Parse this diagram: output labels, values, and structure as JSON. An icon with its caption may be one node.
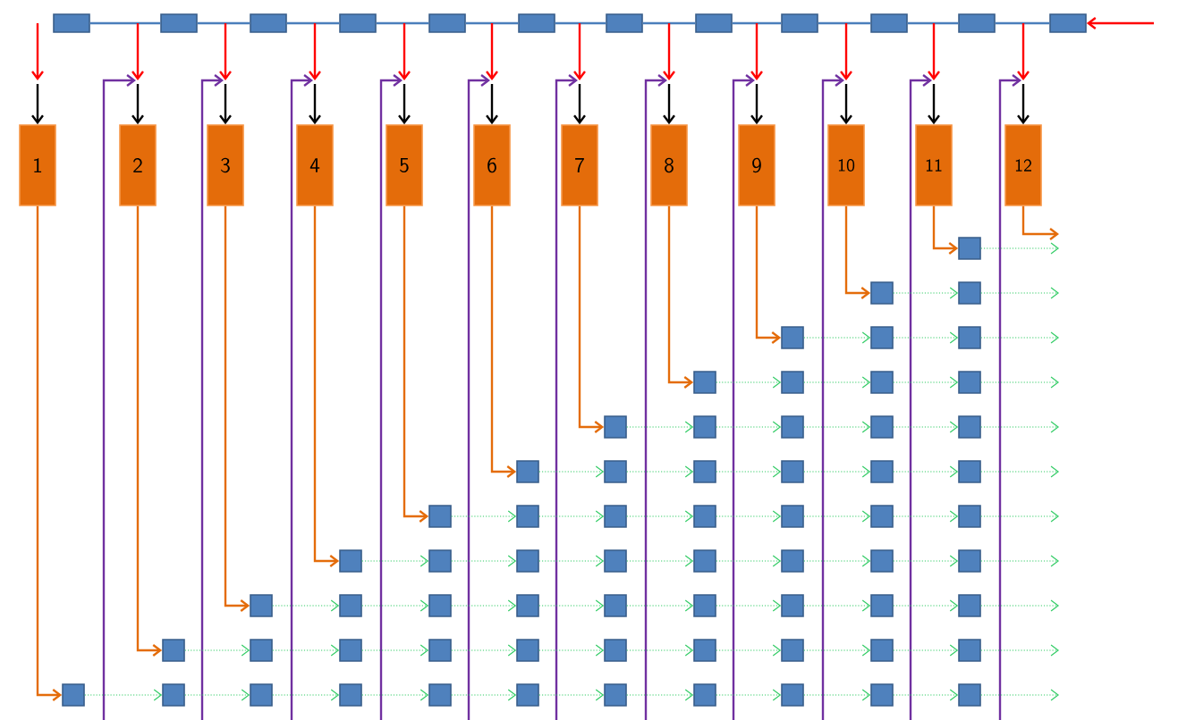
{
  "diagram": {
    "nodes": [
      {
        "text": [],
        "shape": "box"
      },
      {
        "text": [],
        "shape": "box"
      },
      {
        "text": [],
        "shape": "box"
      },
      {
        "text": [],
        "shape": "box"
      },
      {
        "text": [],
        "shape": "box"
      },
      {
        "text": [],
        "shape": "box"
      },
      {
        "text": [],
        "shape": "box"
      },
      {
        "text": [],
        "shape": "box"
      },
      {
        "text": [],
        "shape": "box"
      },
      {
        "text": [],
        "shape": "box"
      },
      {
        "text": [],
        "shape": "box"
      },
      {
        "text": [],
        "shape": "box"
      },
      {
        "text": [
          "1"
        ]
      },
      {
        "text": [
          "2"
        ]
      },
      {
        "text": [
          "3"
        ]
      },
      {
        "text": [
          "4"
        ]
      },
      {
        "text": [
          "5"
        ]
      },
      {
        "text": [
          "6"
        ]
      },
      {
        "text": [
          "7"
        ]
      },
      {
        "text": [
          "8"
        ]
      },
      {
        "text": [
          "9"
        ]
      },
      {
        "text": [
          "10"
        ]
      },
      {
        "text": [
          "11"
        ]
      },
      {
        "text": [
          "12"
        ]
      },
      {
        "text": [],
        "shape": "box"
      },
      {
        "text": [],
        "shape": "box"
      },
      {
        "text": [],
        "shape": "box"
      },
      {
        "text": [],
        "shape": "box"
      },
      {
        "text": [],
        "shape": "box"
      },
      {
        "text": [],
        "shape": "box"
      },
      {
        "text": [],
        "shape": "box"
      },
      {
        "text": [],
        "shape": "box"
      },
      {
        "text": [],
        "shape": "box"
      },
      {
        "text": [],
        "shape": "box"
      },
      {
        "text": [],
        "shape": "box"
      },
      {
        "text": [],
        "shape": "box"
      },
      {
        "text": [],
        "shape": "box"
      },
      {
        "text": [],
        "shape": "box"
      },
      {
        "text": [],
        "shape": "box"
      },
      {
        "text": [],
        "shape": "box"
      },
      {
        "text": [],
        "shape": "box"
      },
      {
        "text": [],
        "shape": "box"
      },
      {
        "text": [],
        "shape": "box"
      },
      {
        "text": [],
        "shape": "box"
      },
      {
        "text": [],
        "shape": "box"
      },
      {
        "text": [],
        "shape": "box"
      },
      {
        "text": [],
        "shape": "box"
      },
      {
        "text": [],
        "shape": "box"
      },
      {
        "text": [],
        "shape": "box"
      },
      {
        "text": [],
        "shape": "box"
      },
      {
        "text": [],
        "shape": "box"
      },
      {
        "text": [],
        "shape": "box"
      },
      {
        "text": [],
        "shape": "box"
      },
      {
        "text": [],
        "shape": "box"
      },
      {
        "text": [],
        "shape": "box"
      },
      {
        "text": [],
        "shape": "box"
      },
      {
        "text": [],
        "shape": "box"
      },
      {
        "text": [],
        "shape": "box"
      },
      {
        "text": [],
        "shape": "box"
      },
      {
        "text": [],
        "shape": "box"
      },
      {
        "text": [],
        "shape": "box"
      },
      {
        "text": [],
        "shape": "box"
      },
      {
        "text": [],
        "shape": "box"
      },
      {
        "text": [],
        "shape": "box"
      },
      {
        "text": [],
        "shape": "box"
      },
      {
        "text": [],
        "shape": "box"
      },
      {
        "text": [],
        "shape": "box"
      },
      {
        "text": [],
        "shape": "box"
      },
      {
        "text": [],
        "shape": "box"
      },
      {
        "text": [],
        "shape": "box"
      },
      {
        "text": [],
        "shape": "box"
      },
      {
        "text": [],
        "shape": "box"
      },
      {
        "text": [],
        "shape": "box"
      },
      {
        "text": [],
        "shape": "box"
      },
      {
        "text": [],
        "shape": "box"
      },
      {
        "text": [],
        "shape": "box"
      },
      {
        "text": [],
        "shape": "box"
      },
      {
        "text": [],
        "shape": "box"
      },
      {
        "text": [],
        "shape": "box"
      },
      {
        "text": [],
        "shape": "box"
      },
      {
        "text": [],
        "shape": "box"
      },
      {
        "text": [],
        "shape": "box"
      },
      {
        "text": [],
        "shape": "box"
      },
      {
        "text": [],
        "shape": "box"
      },
      {
        "text": [],
        "shape": "box"
      },
      {
        "text": [],
        "shape": "box"
      },
      {
        "text": [],
        "shape": "box"
      },
      {
        "text": [],
        "shape": "box"
      },
      {
        "text": [],
        "shape": "box"
      },
      {
        "text": [],
        "shape": "box"
      }
    ],
    "edges": [
      {
        "from": null,
        "to": 11,
        "arrow": "to",
        "color": "#ff0000"
      },
      {
        "from": 11,
        "to": 10,
        "arrow": "none",
        "color": "#4a7ebb"
      },
      {
        "from": 10,
        "to": 9,
        "arrow": "none",
        "color": "#4a7ebb"
      },
      {
        "from": 9,
        "to": 8,
        "arrow": "none",
        "color": "#4a7ebb"
      },
      {
        "from": 8,
        "to": 7,
        "arrow": "none",
        "color": "#4a7ebb"
      },
      {
        "from": 7,
        "to": 6,
        "arrow": "none",
        "color": "#4a7ebb"
      },
      {
        "from": 6,
        "to": 5,
        "arrow": "none",
        "color": "#4a7ebb"
      },
      {
        "from": 5,
        "to": 4,
        "arrow": "none",
        "color": "#4a7ebb"
      },
      {
        "from": 4,
        "to": 3,
        "arrow": "none",
        "color": "#4a7ebb"
      },
      {
        "from": 3,
        "to": 2,
        "arrow": "none",
        "color": "#4a7ebb"
      },
      {
        "from": 2,
        "to": 1,
        "arrow": "none",
        "color": "#4a7ebb"
      },
      {
        "from": 1,
        "to": 0,
        "arrow": "none",
        "color": "#4a7ebb"
      },
      {
        "from": 0,
        "to": 12,
        "arrow": "to",
        "color": "#ff0000"
      },
      {
        "from": 1,
        "to": 13,
        "arrow": "to",
        "color": "#ff0000"
      },
      {
        "from": 2,
        "to": 14,
        "arrow": "to",
        "color": "#ff0000"
      },
      {
        "from": 3,
        "to": 15,
        "arrow": "to",
        "color": "#ff0000"
      },
      {
        "from": 4,
        "to": 16,
        "arrow": "to",
        "color": "#ff0000"
      },
      {
        "from": 5,
        "to": 17,
        "arrow": "to",
        "color": "#ff0000"
      },
      {
        "from": 6,
        "to": 18,
        "arrow": "to",
        "color": "#ff0000"
      },
      {
        "from": 7,
        "to": 19,
        "arrow": "to",
        "color": "#ff0000"
      },
      {
        "from": 8,
        "to": 20,
        "arrow": "to",
        "color": "#ff0000"
      },
      {
        "from": 9,
        "to": 21,
        "arrow": "to",
        "color": "#ff0000"
      },
      {
        "from": 10,
        "to": 22,
        "arrow": "to",
        "color": "#ff0000"
      },
      {
        "from": 11,
        "to": 23,
        "arrow": "to",
        "color": "#ff0000"
      },
      {
        "from": null,
        "to": 13,
        "arrow": "to",
        "color": "#7030a0"
      },
      {
        "from": null,
        "to": 14,
        "arrow": "to",
        "color": "#7030a0"
      },
      {
        "from": null,
        "to": 15,
        "arrow": "to",
        "color": "#7030a0"
      },
      {
        "from": null,
        "to": 16,
        "arrow": "to",
        "color": "#7030a0"
      },
      {
        "from": null,
        "to": 17,
        "arrow": "to",
        "color": "#7030a0"
      },
      {
        "from": null,
        "to": 18,
        "arrow": "to",
        "color": "#7030a0"
      },
      {
        "from": null,
        "to": 19,
        "arrow": "to",
        "color": "#7030a0"
      },
      {
        "from": null,
        "to": 20,
        "arrow": "to",
        "color": "#7030a0"
      },
      {
        "from": null,
        "to": 21,
        "arrow": "to",
        "color": "#7030a0"
      },
      {
        "from": null,
        "to": 22,
        "arrow": "to",
        "color": "#7030a0"
      },
      {
        "from": null,
        "to": 23,
        "arrow": "to",
        "color": "#7030a0"
      },
      {
        "from": 12,
        "to": 79,
        "arrow": "to",
        "color": "#e46c0a"
      },
      {
        "from": 13,
        "to": 69,
        "arrow": "to",
        "color": "#e46c0a"
      },
      {
        "from": 14,
        "to": 60,
        "arrow": "to",
        "color": "#e46c0a"
      },
      {
        "from": 15,
        "to": 52,
        "arrow": "to",
        "color": "#e46c0a"
      },
      {
        "from": 16,
        "to": 45,
        "arrow": "to",
        "color": "#e46c0a"
      },
      {
        "from": 17,
        "to": 39,
        "arrow": "to",
        "color": "#e46c0a"
      },
      {
        "from": 18,
        "to": 34,
        "arrow": "to",
        "color": "#e46c0a"
      },
      {
        "from": 19,
        "to": 30,
        "arrow": "to",
        "color": "#e46c0a"
      },
      {
        "from": 20,
        "to": 27,
        "arrow": "to",
        "color": "#e46c0a"
      },
      {
        "from": 21,
        "to": 25,
        "arrow": "to",
        "color": "#e46c0a"
      },
      {
        "from": 22,
        "to": 24,
        "arrow": "to",
        "color": "#e46c0a"
      },
      {
        "from": 23,
        "to": null,
        "arrow": "to",
        "color": "#e46c0a"
      },
      {
        "from": 24,
        "to": null,
        "arrow": "to",
        "style": "dashed"
      },
      {
        "from": 25,
        "to": 26,
        "arrow": "to",
        "style": "dashed"
      },
      {
        "from": 26,
        "to": null,
        "arrow": "to",
        "style": "dashed"
      },
      {
        "from": 27,
        "to": 28,
        "arrow": "to",
        "style": "dashed"
      },
      {
        "from": 28,
        "to": 29,
        "arrow": "to",
        "style": "dashed"
      },
      {
        "from": 29,
        "to": null,
        "arrow": "to",
        "style": "dashed"
      },
      {
        "from": 30,
        "to": 31,
        "arrow": "to",
        "style": "dashed"
      },
      {
        "from": 31,
        "to": 32,
        "arrow": "to",
        "style": "dashed"
      },
      {
        "from": 32,
        "to": 33,
        "arrow": "to",
        "style": "dashed"
      },
      {
        "from": 33,
        "to": null,
        "arrow": "to",
        "style": "dashed"
      },
      {
        "from": 34,
        "to": 35,
        "arrow": "to",
        "style": "dashed"
      },
      {
        "from": 35,
        "to": 36,
        "arrow": "to",
        "style": "dashed"
      },
      {
        "from": 36,
        "to": 37,
        "arrow": "to",
        "style": "dashed"
      },
      {
        "from": 37,
        "to": 38,
        "arrow": "to",
        "style": "dashed"
      },
      {
        "from": 38,
        "to": null,
        "arrow": "to",
        "style": "dashed"
      },
      {
        "from": 39,
        "to": 40,
        "arrow": "to",
        "style": "dashed"
      },
      {
        "from": 40,
        "to": 41,
        "arrow": "to",
        "style": "dashed"
      },
      {
        "from": 41,
        "to": 42,
        "arrow": "to",
        "style": "dashed"
      },
      {
        "from": 42,
        "to": 43,
        "arrow": "to",
        "style": "dashed"
      },
      {
        "from": 43,
        "to": 44,
        "arrow": "to",
        "style": "dashed"
      },
      {
        "from": 44,
        "to": null,
        "arrow": "to",
        "style": "dashed"
      },
      {
        "from": 45,
        "to": 46,
        "arrow": "to",
        "style": "dashed"
      },
      {
        "from": 46,
        "to": 47,
        "arrow": "to",
        "style": "dashed"
      },
      {
        "from": 47,
        "to": 48,
        "arrow": "to",
        "style": "dashed"
      },
      {
        "from": 48,
        "to": 49,
        "arrow": "to",
        "style": "dashed"
      },
      {
        "from": 49,
        "to": 50,
        "arrow": "to",
        "style": "dashed"
      },
      {
        "from": 50,
        "to": 51,
        "arrow": "to",
        "style": "dashed"
      },
      {
        "from": 51,
        "to": null,
        "arrow": "to",
        "style": "dashed"
      },
      {
        "from": 52,
        "to": 53,
        "arrow": "to",
        "style": "dashed"
      },
      {
        "from": 53,
        "to": 54,
        "arrow": "to",
        "style": "dashed"
      },
      {
        "from": 54,
        "to": 55,
        "arrow": "to",
        "style": "dashed"
      },
      {
        "from": 55,
        "to": 56,
        "arrow": "to",
        "style": "dashed"
      },
      {
        "from": 56,
        "to": 57,
        "arrow": "to",
        "style": "dashed"
      },
      {
        "from": 57,
        "to": 58,
        "arrow": "to",
        "style": "dashed"
      },
      {
        "from": 58,
        "to": 59,
        "arrow": "to",
        "style": "dashed"
      },
      {
        "from": 59,
        "to": null,
        "arrow": "to",
        "style": "dashed"
      },
      {
        "from": 60,
        "to": 61,
        "arrow": "to",
        "style": "dashed"
      },
      {
        "from": 61,
        "to": 62,
        "arrow": "to",
        "style": "dashed"
      },
      {
        "from": 62,
        "to": 63,
        "arrow": "to",
        "style": "dashed"
      },
      {
        "from": 63,
        "to": 64,
        "arrow": "to",
        "style": "dashed"
      },
      {
        "from": 64,
        "to": 65,
        "arrow": "to",
        "style": "dashed"
      },
      {
        "from": 65,
        "to": 66,
        "arrow": "to",
        "style": "dashed"
      },
      {
        "from": 66,
        "to": 67,
        "arrow": "to",
        "style": "dashed"
      },
      {
        "from": 67,
        "to": 68,
        "arrow": "to",
        "style": "dashed"
      },
      {
        "from": 68,
        "to": null,
        "arrow": "to",
        "style": "dashed"
      },
      {
        "from": 69,
        "to": 70,
        "arrow": "to",
        "style": "dashed"
      },
      {
        "from": 70,
        "to": 71,
        "arrow": "to",
        "style": "dashed"
      },
      {
        "from": 71,
        "to": 72,
        "arrow": "to",
        "style": "dashed"
      },
      {
        "from": 72,
        "to": 73,
        "arrow": "to",
        "style": "dashed"
      },
      {
        "from": 73,
        "to": 74,
        "arrow": "to",
        "style": "dashed"
      },
      {
        "from": 74,
        "to": 75,
        "arrow": "to",
        "style": "dashed"
      },
      {
        "from": 75,
        "to": 76,
        "arrow": "to",
        "style": "dashed"
      },
      {
        "from": 76,
        "to": 77,
        "arrow": "to",
        "style": "dashed"
      },
      {
        "from": 77,
        "to": 78,
        "arrow": "to",
        "style": "dashed"
      },
      {
        "from": 78,
        "to": null,
        "arrow": "to",
        "style": "dashed"
      },
      {
        "from": 79,
        "to": 80,
        "arrow": "to",
        "style": "dashed"
      },
      {
        "from": 80,
        "to": 81,
        "arrow": "to",
        "style": "dashed"
      },
      {
        "from": 81,
        "to": 82,
        "arrow": "to",
        "style": "dashed"
      },
      {
        "from": 82,
        "to": 83,
        "arrow": "to",
        "style": "dashed"
      },
      {
        "from": 83,
        "to": 84,
        "arrow": "to",
        "style": "dashed"
      },
      {
        "from": 84,
        "to": 85,
        "arrow": "to",
        "style": "dashed"
      },
      {
        "from": 85,
        "to": 86,
        "arrow": "to",
        "style": "dashed"
      },
      {
        "from": 86,
        "to": 87,
        "arrow": "to",
        "style": "dashed"
      },
      {
        "from": 87,
        "to": 88,
        "arrow": "to",
        "style": "dashed"
      },
      {
        "from": 88,
        "to": 89,
        "arrow": "to",
        "style": "dashed"
      },
      {
        "from": 89,
        "to": null,
        "arrow": "to",
        "style": "dashed"
      }
    ]
  }
}
